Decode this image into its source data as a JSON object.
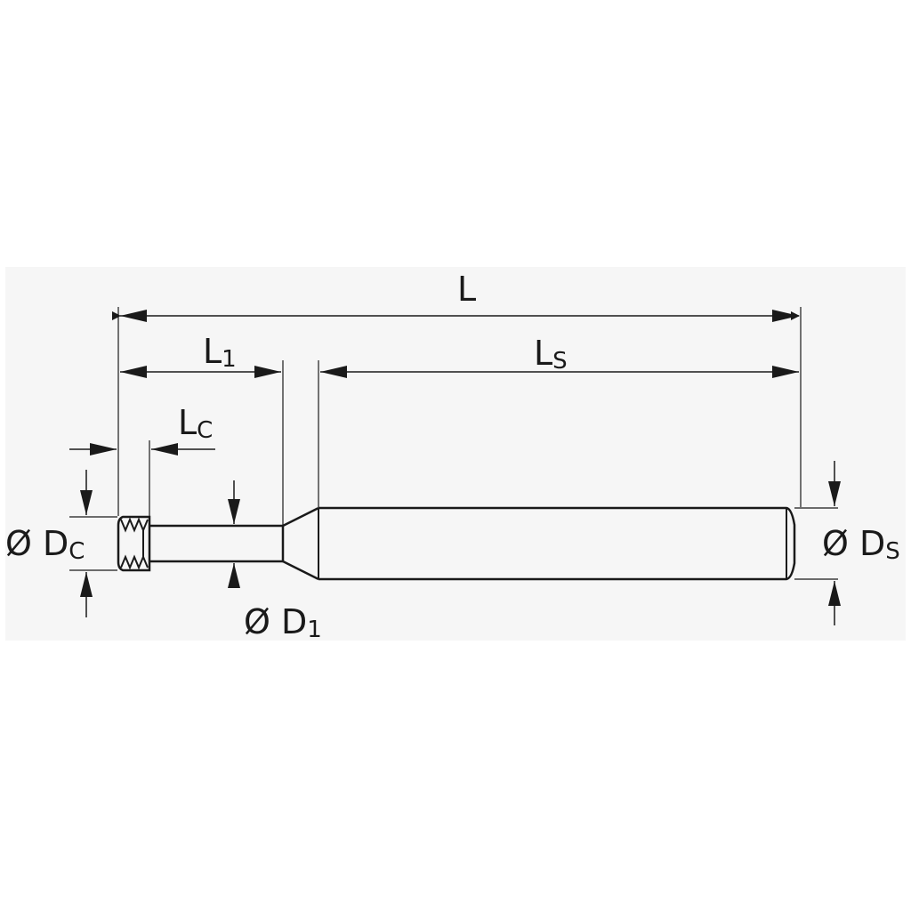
{
  "diagram": {
    "overall_length": {
      "main": "L",
      "sub": ""
    },
    "neck_length": {
      "main": "L",
      "sub": "1"
    },
    "cutting_length": {
      "main": "L",
      "sub": "C"
    },
    "shank_length": {
      "main": "L",
      "sub": "S"
    },
    "cutting_diameter": {
      "symbol": "Ø",
      "main": "D",
      "sub": "C"
    },
    "neck_diameter": {
      "symbol": "Ø",
      "main": "D",
      "sub": "1"
    },
    "shank_diameter": {
      "symbol": "Ø",
      "main": "D",
      "sub": "S"
    }
  }
}
